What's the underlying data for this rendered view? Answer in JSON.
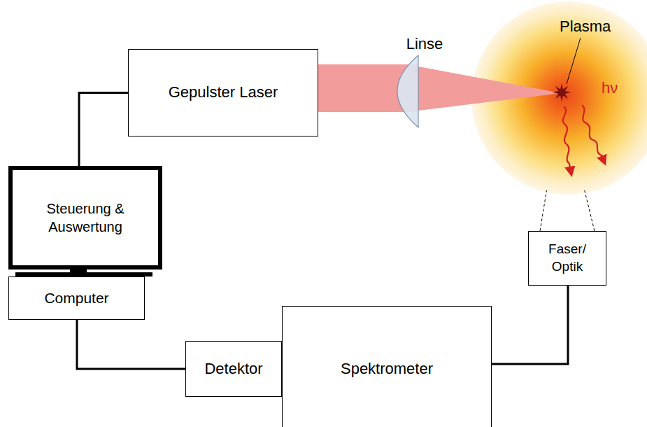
{
  "diagram": {
    "nodes": [
      {
        "text": [
          "Gepulster Laser"
        ]
      },
      {
        "text": [
          "Linse"
        ]
      },
      {
        "text": [
          "Plasma",
          "hν"
        ]
      },
      {
        "text": [
          "Steuerung & Auswertung"
        ]
      },
      {
        "text": [
          "Computer"
        ]
      },
      {
        "text": [
          "Faser/ Optik"
        ]
      },
      {
        "text": [
          "Spektrometer"
        ]
      },
      {
        "text": [
          "Detektor"
        ]
      }
    ],
    "edges": [
      {
        "from": 3,
        "to": 0,
        "arrow": "none"
      },
      {
        "from": 4,
        "to": 7,
        "arrow": "none"
      },
      {
        "from": 6,
        "to": 5,
        "arrow": "none"
      },
      {
        "from": 5,
        "to": 2,
        "arrow": "none"
      }
    ]
  }
}
